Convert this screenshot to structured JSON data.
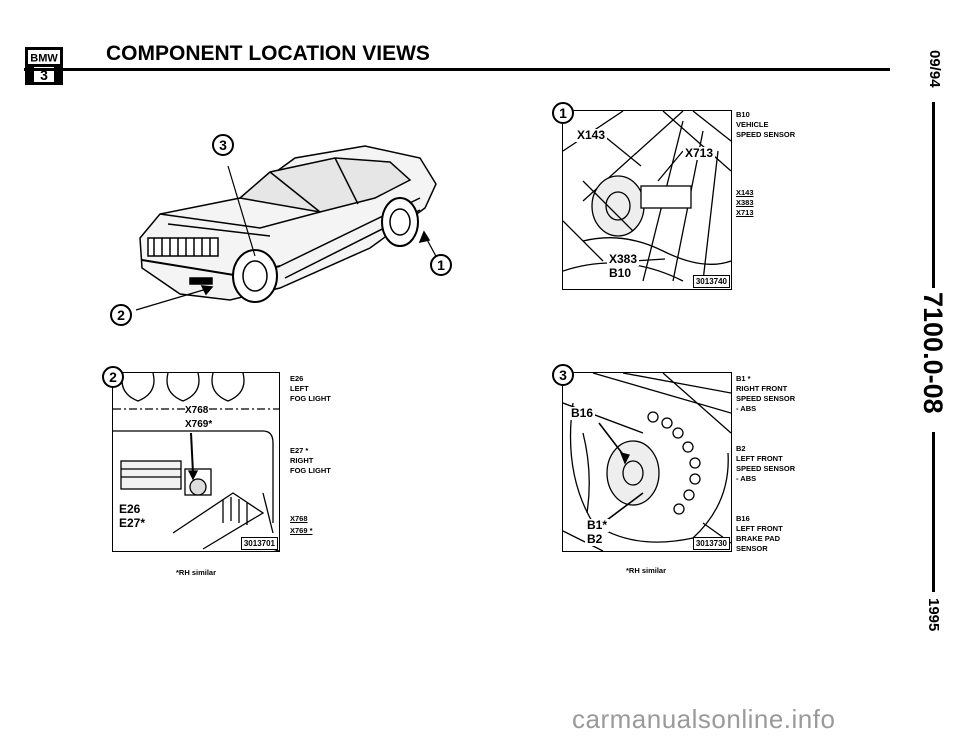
{
  "header": {
    "logo_text": "BMW",
    "logo_series": "3",
    "title": "COMPONENT LOCATION VIEWS"
  },
  "sidebar": {
    "date": "09/94",
    "doc_number": "7100.0-08",
    "year": "1995"
  },
  "car_view": {
    "callouts": [
      "3",
      "1",
      "2"
    ]
  },
  "view1": {
    "number": "1",
    "labels": [
      "X143",
      "X713",
      "X383",
      "B10"
    ],
    "ref": "3013740",
    "desc_main": "B10\nVEHICLE\nSPEED SENSOR",
    "connectors": [
      "X143",
      "X383",
      "X713"
    ]
  },
  "view2": {
    "number": "2",
    "labels": [
      "X768",
      "X769*",
      "E26",
      "E27*"
    ],
    "ref": "3013701",
    "desc_left": "E26\nLEFT\nFOG LIGHT",
    "desc_right": "E27 *\nRIGHT\nFOG LIGHT",
    "connectors": [
      "X768",
      "X769 *"
    ],
    "note": "*RH similar"
  },
  "view3": {
    "number": "3",
    "labels": [
      "B16",
      "B1*",
      "B2"
    ],
    "ref": "3013730",
    "desc_b1": "B1 *\nRIGHT FRONT\nSPEED SENSOR\n- ABS",
    "desc_b2": "B2\nLEFT FRONT\nSPEED SENSOR\n- ABS",
    "desc_b16": "B16\nLEFT FRONT\nBRAKE PAD\nSENSOR",
    "note": "*RH similar"
  },
  "watermark": "carmanualsonline.info",
  "colors": {
    "ink": "#000000",
    "paper": "#ffffff",
    "watermark": "#9a9a9a"
  }
}
